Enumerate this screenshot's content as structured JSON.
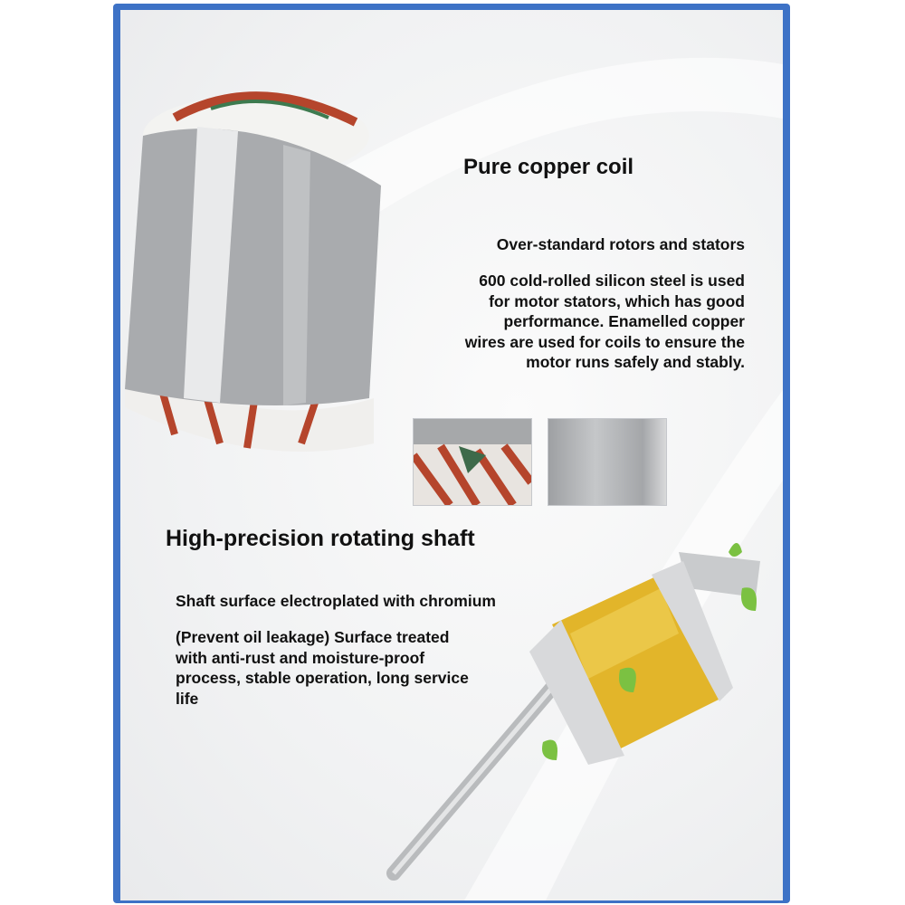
{
  "stator_section": {
    "title": "Pure copper coil",
    "subtitle": "Over-standard rotors and stators",
    "description_lines": [
      "600 cold-rolled silicon steel is used",
      "for motor stators, which has good",
      "performance. Enamelled copper",
      "wires are used for coils to ensure the",
      "motor runs safely and stably."
    ]
  },
  "shaft_section": {
    "title": "High-precision rotating shaft",
    "subtitle": "Shaft surface electroplated with chromium",
    "description_lines": [
      "(Prevent oil leakage) Surface treated",
      "with anti-rust and moisture-proof",
      "process, stable operation, long service",
      "life"
    ]
  },
  "colors": {
    "frame": "#3d72c6",
    "rotor": "#e2b52a",
    "copper": "#b5452c"
  }
}
